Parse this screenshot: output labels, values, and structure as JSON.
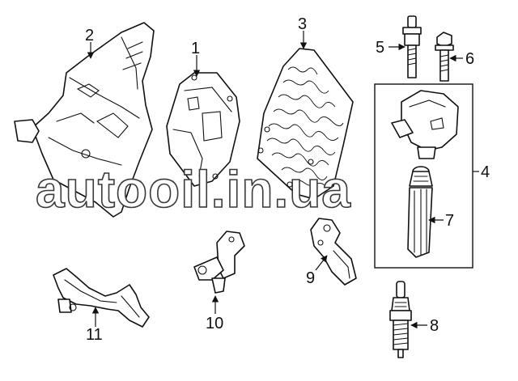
{
  "watermark": "autooil.in.ua",
  "callouts": {
    "c1": "1",
    "c2": "2",
    "c3": "3",
    "c4": "4",
    "c5": "5",
    "c6": "6",
    "c7": "7",
    "c8": "8",
    "c9": "9",
    "c10": "10",
    "c11": "11"
  },
  "colors": {
    "line": "#111111",
    "background": "#ffffff"
  },
  "arrowheads": "filled-triangle"
}
